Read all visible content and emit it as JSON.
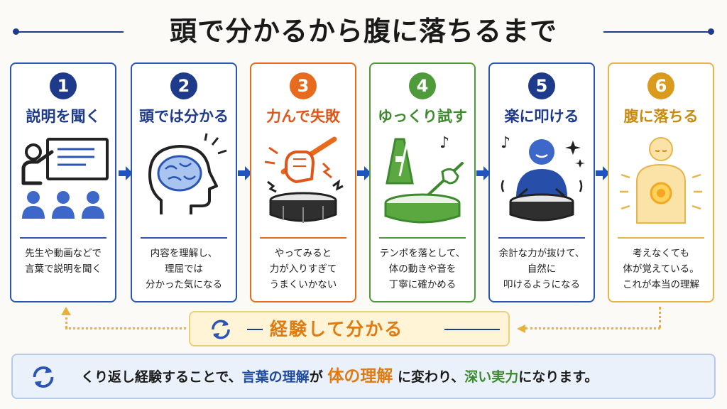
{
  "title": "頭で分かるから腹に落ちるまで",
  "colors": {
    "navy": "#1e3a8a",
    "blue": "#2b55b3",
    "orange": "#e86a1c",
    "green": "#4f9a3a",
    "gold": "#d99a1e",
    "loop_text": "#e07b12"
  },
  "steps": [
    {
      "number": "1",
      "title": "説明を聞く",
      "icon": "teacher-audience-icon",
      "desc": [
        "先生や動画などで",
        "言葉で説明を聞く"
      ]
    },
    {
      "number": "2",
      "title": "頭では分かる",
      "icon": "brain-head-icon",
      "desc": [
        "内容を理解し、",
        "理屈では",
        "分かった気になる"
      ]
    },
    {
      "number": "3",
      "title": "力んで失敗",
      "icon": "tense-fist-drum-icon",
      "desc": [
        "やってみると",
        "力が入りすぎて",
        "うまくいかない"
      ]
    },
    {
      "number": "4",
      "title": "ゆっくり試す",
      "icon": "metronome-drum-icon",
      "desc": [
        "テンポを落として、",
        "体の動きや音を",
        "丁寧に確かめる"
      ]
    },
    {
      "number": "5",
      "title": "楽に叩ける",
      "icon": "relaxed-drummer-icon",
      "desc": [
        "余計な力が抜けて、",
        "自然に",
        "叩けるようになる"
      ]
    },
    {
      "number": "6",
      "title": "腹に落ちる",
      "icon": "glowing-body-icon",
      "desc": [
        "考えなくても",
        "体が覚えている。",
        "これが本当の理解"
      ]
    }
  ],
  "loop": {
    "label": "経験して分かる",
    "icon": "cycle-arrows-icon"
  },
  "summary": {
    "part1": "くり返し経験することで、",
    "part2": "言葉の理解",
    "part3": "が",
    "part4": "体の理解",
    "part5": "に変わり、",
    "part6": "深い実力",
    "part7": "になります。"
  }
}
